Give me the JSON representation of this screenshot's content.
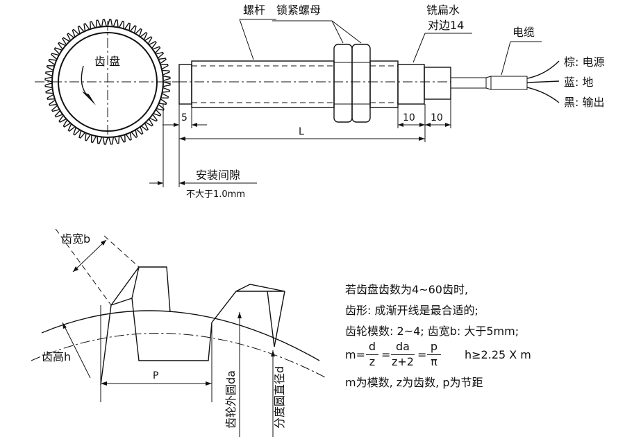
{
  "labels": {
    "gear_disc": "齿 盘",
    "screw_rod": "螺杆",
    "lock_nut": "锁紧螺母",
    "flat_milled": "铣扁水",
    "across_flats": "对边14",
    "cable": "电缆",
    "wire_brown": "棕: 电源",
    "wire_blue": "蓝: 地",
    "wire_black": "黑: 输出",
    "dim_5": "5",
    "dim_L": "L",
    "dim_10a": "10",
    "dim_10b": "10",
    "install_gap": "安装间隙",
    "gap_value": "不大于1.0mm",
    "tooth_width": "齿宽b",
    "tooth_height": "齿高h",
    "pitch": "P",
    "outer_dia": "齿轮外圆da",
    "pitch_dia": "分度圆直径d"
  },
  "notes": {
    "line1": "若齿盘齿数为4~60齿时,",
    "line2": "齿形: 成渐开线是最合适的;",
    "line3": "齿轮模数: 2~4; 齿宽b: 大于5mm;",
    "formula_m": "m=",
    "frac1_num": "d",
    "frac1_den": "z",
    "frac2_num": "da",
    "frac2_den": "z+2",
    "frac3_num": "p",
    "frac3_den": "π",
    "eq1": "=",
    "eq2": "=",
    "h_cond": "h≥2.25 X m",
    "line5": "m为模数, z为齿数, p为节距"
  }
}
